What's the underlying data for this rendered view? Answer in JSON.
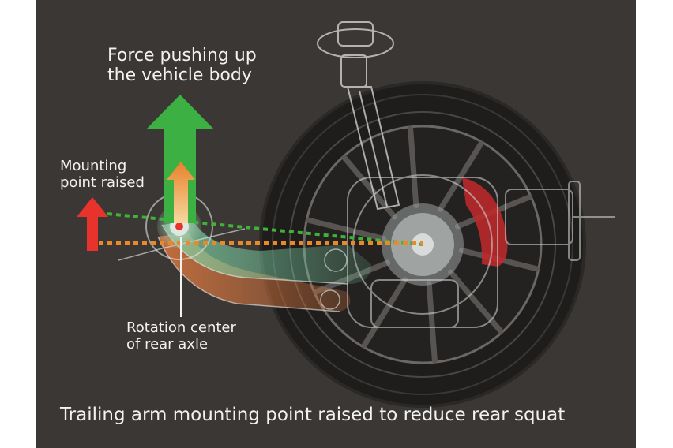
{
  "labels": {
    "force": [
      "Force pushing up",
      "the vehicle body"
    ],
    "mounting": [
      "Mounting",
      "point raised"
    ],
    "rotation": [
      "Rotation center",
      "of rear axle"
    ],
    "caption": "Trailing arm mounting point raised to reduce rear squat"
  },
  "colors": {
    "background": "#3a3734",
    "force_arrow": "#3cb043",
    "raise_arrow": "#e8322c",
    "small_arrow": "#e8812a",
    "green_line": "#3fb23a",
    "orange_line": "#e8892a",
    "caliper": "#c2282b"
  },
  "icons": [
    "force-up-arrow",
    "mount-raise-arrow",
    "wheel",
    "trailing-arm",
    "shock-absorber",
    "brake-caliper"
  ]
}
